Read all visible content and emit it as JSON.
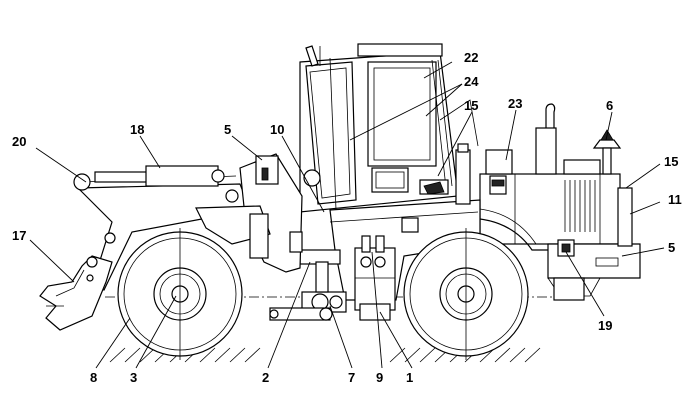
{
  "diagram": {
    "labels": [
      {
        "id": "label-20",
        "text": "20"
      },
      {
        "id": "label-18",
        "text": "18"
      },
      {
        "id": "label-5-top",
        "text": "5"
      },
      {
        "id": "label-10",
        "text": "10"
      },
      {
        "id": "label-22",
        "text": "22"
      },
      {
        "id": "label-24",
        "text": "24"
      },
      {
        "id": "label-15-top",
        "text": "15"
      },
      {
        "id": "label-23",
        "text": "23"
      },
      {
        "id": "label-6",
        "text": "6"
      },
      {
        "id": "label-15-right",
        "text": "15"
      },
      {
        "id": "label-11",
        "text": "11"
      },
      {
        "id": "label-5-right",
        "text": "5"
      },
      {
        "id": "label-17",
        "text": "17"
      },
      {
        "id": "label-19",
        "text": "19"
      },
      {
        "id": "label-8",
        "text": "8"
      },
      {
        "id": "label-3",
        "text": "3"
      },
      {
        "id": "label-2",
        "text": "2"
      },
      {
        "id": "label-7",
        "text": "7"
      },
      {
        "id": "label-9",
        "text": "9"
      },
      {
        "id": "label-1",
        "text": "1"
      }
    ]
  }
}
